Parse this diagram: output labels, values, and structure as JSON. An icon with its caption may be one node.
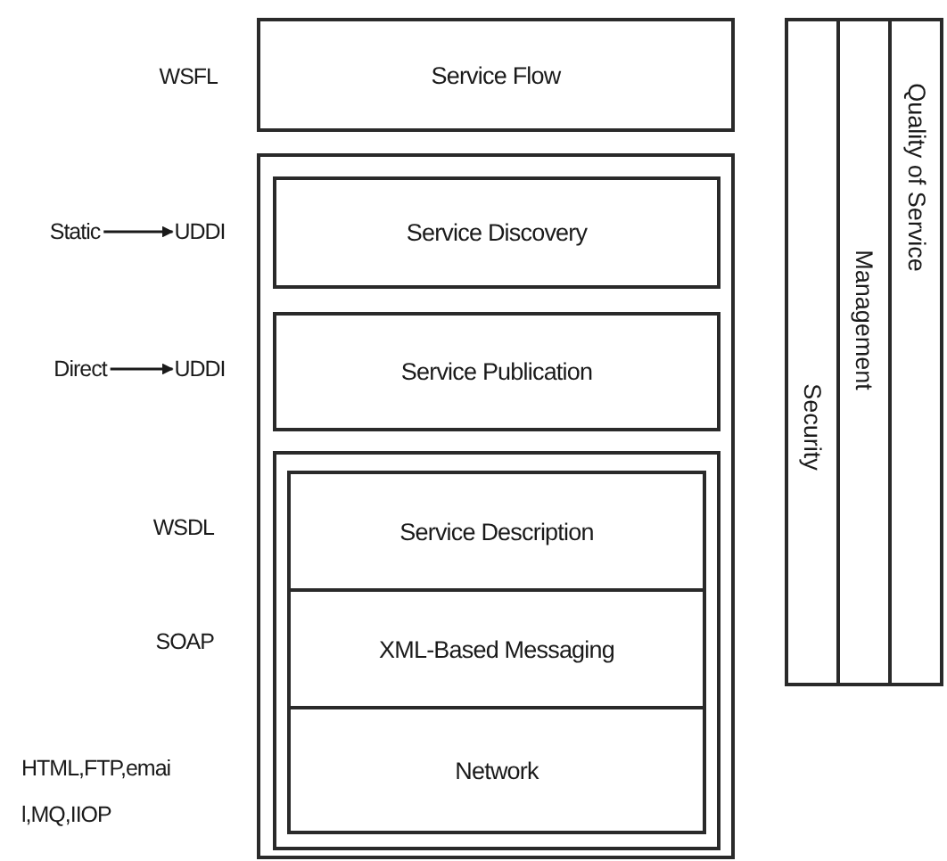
{
  "diagram": {
    "nodes": [
      {
        "text": [
          "Service Flow"
        ]
      },
      {
        "text": [],
        "shape": "box"
      },
      {
        "text": [
          "Service Discovery"
        ],
        "in": 1
      },
      {
        "text": [
          "Service Publication"
        ],
        "in": 1
      },
      {
        "text": [],
        "shape": "box",
        "in": 1
      },
      {
        "text": [
          "Service Description"
        ],
        "in": 4
      },
      {
        "text": [
          "XML-Based Messaging"
        ],
        "in": 4
      },
      {
        "text": [
          "Network"
        ],
        "in": 4
      },
      {
        "text": [
          "Static"
        ]
      },
      {
        "text": [
          "UDDI"
        ]
      },
      {
        "text": [
          "Direct"
        ]
      },
      {
        "text": [
          "UDDI"
        ]
      },
      {
        "text": [
          "Security"
        ]
      },
      {
        "text": [
          "Management"
        ]
      },
      {
        "text": [
          "Quality of Service"
        ]
      }
    ],
    "edges": [
      {
        "from": 8,
        "to": 9,
        "arrow": "to"
      },
      {
        "from": 10,
        "to": 11,
        "arrow": "to"
      }
    ],
    "labels": [
      "WSFL",
      "WSDL",
      "SOAP",
      "HTML,FTP,emai l,MQ,IIOP"
    ]
  }
}
